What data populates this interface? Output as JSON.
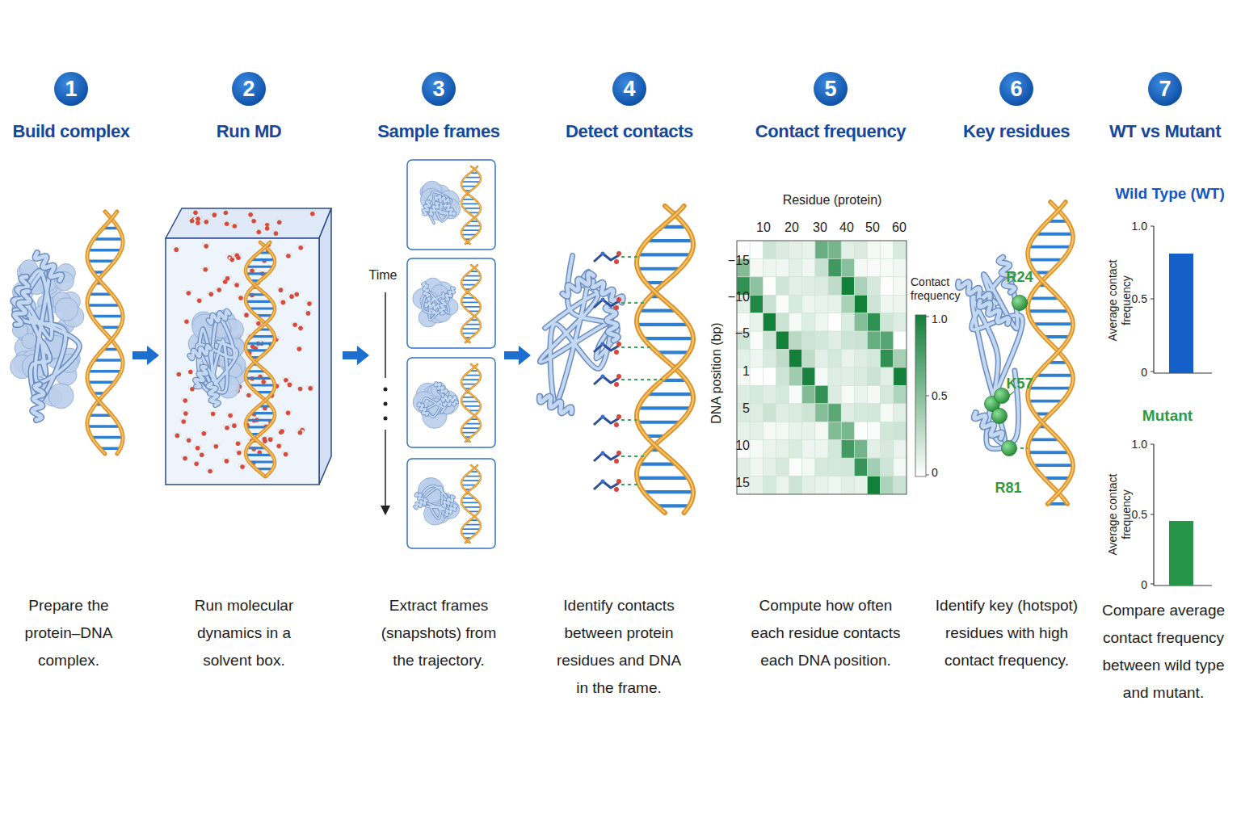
{
  "diagram": {
    "nodes": [
      {
        "text": [
          "1",
          "Build complex"
        ]
      },
      {
        "text": [
          "2",
          "Run MD"
        ]
      },
      {
        "text": [
          "3",
          "Sample frames"
        ]
      },
      {
        "text": [
          "4",
          "Detect contacts"
        ]
      },
      {
        "text": [
          "5",
          "Contact frequency"
        ]
      },
      {
        "text": [
          "6",
          "Key residues"
        ]
      },
      {
        "text": [
          "7",
          "WT vs Mutant"
        ]
      }
    ],
    "labels": [
      "Time",
      "Residue (protein)",
      "10",
      "20",
      "30",
      "40",
      "50",
      "60",
      "DNA position (bp)",
      "−15",
      "−10",
      "−5",
      "1",
      "5",
      "10",
      "15",
      "Contact frequency",
      "1.0",
      "0.5",
      "0",
      "R24",
      "K57",
      "R81",
      "Wild Type (WT)",
      "Average contact frequency",
      "1.0",
      "0.5",
      "0",
      "Mutant",
      "Average contact frequency",
      "1.0",
      "0.5",
      "0",
      "Prepare the protein–DNA complex.",
      "Run molecular dynamics in a solvent box.",
      "Extract frames (snapshots) from the trajectory.",
      "Identify contacts between protein residues and DNA in the frame.",
      "Compute how often each residue contacts each DNA position.",
      "Identify key (hotspot) residues with high contact frequency.",
      "Compare average contact frequency between wild type and mutant."
    ]
  }
}
